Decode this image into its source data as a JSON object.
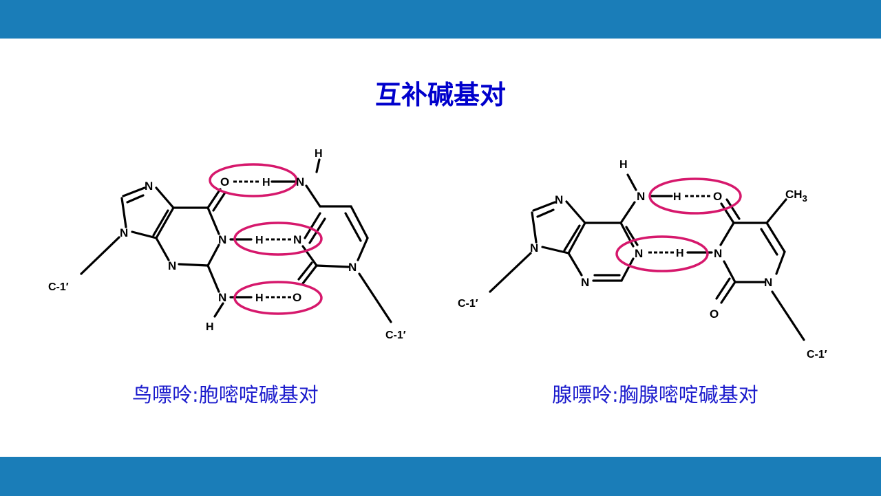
{
  "slide": {
    "title": "互补碱基对",
    "left_caption": "鸟嘌呤:胞嘧啶碱基对",
    "right_caption": "腺嘌呤:胸腺嘧啶碱基对"
  },
  "atoms": {
    "N": "N",
    "O": "O",
    "H": "H",
    "C1": "C-1′",
    "CH": "CH",
    "sub3": "3"
  },
  "colors": {
    "band": "#1a7db8",
    "title": "#0000cc",
    "caption": "#1a1acc",
    "highlight": "#d6186c"
  }
}
